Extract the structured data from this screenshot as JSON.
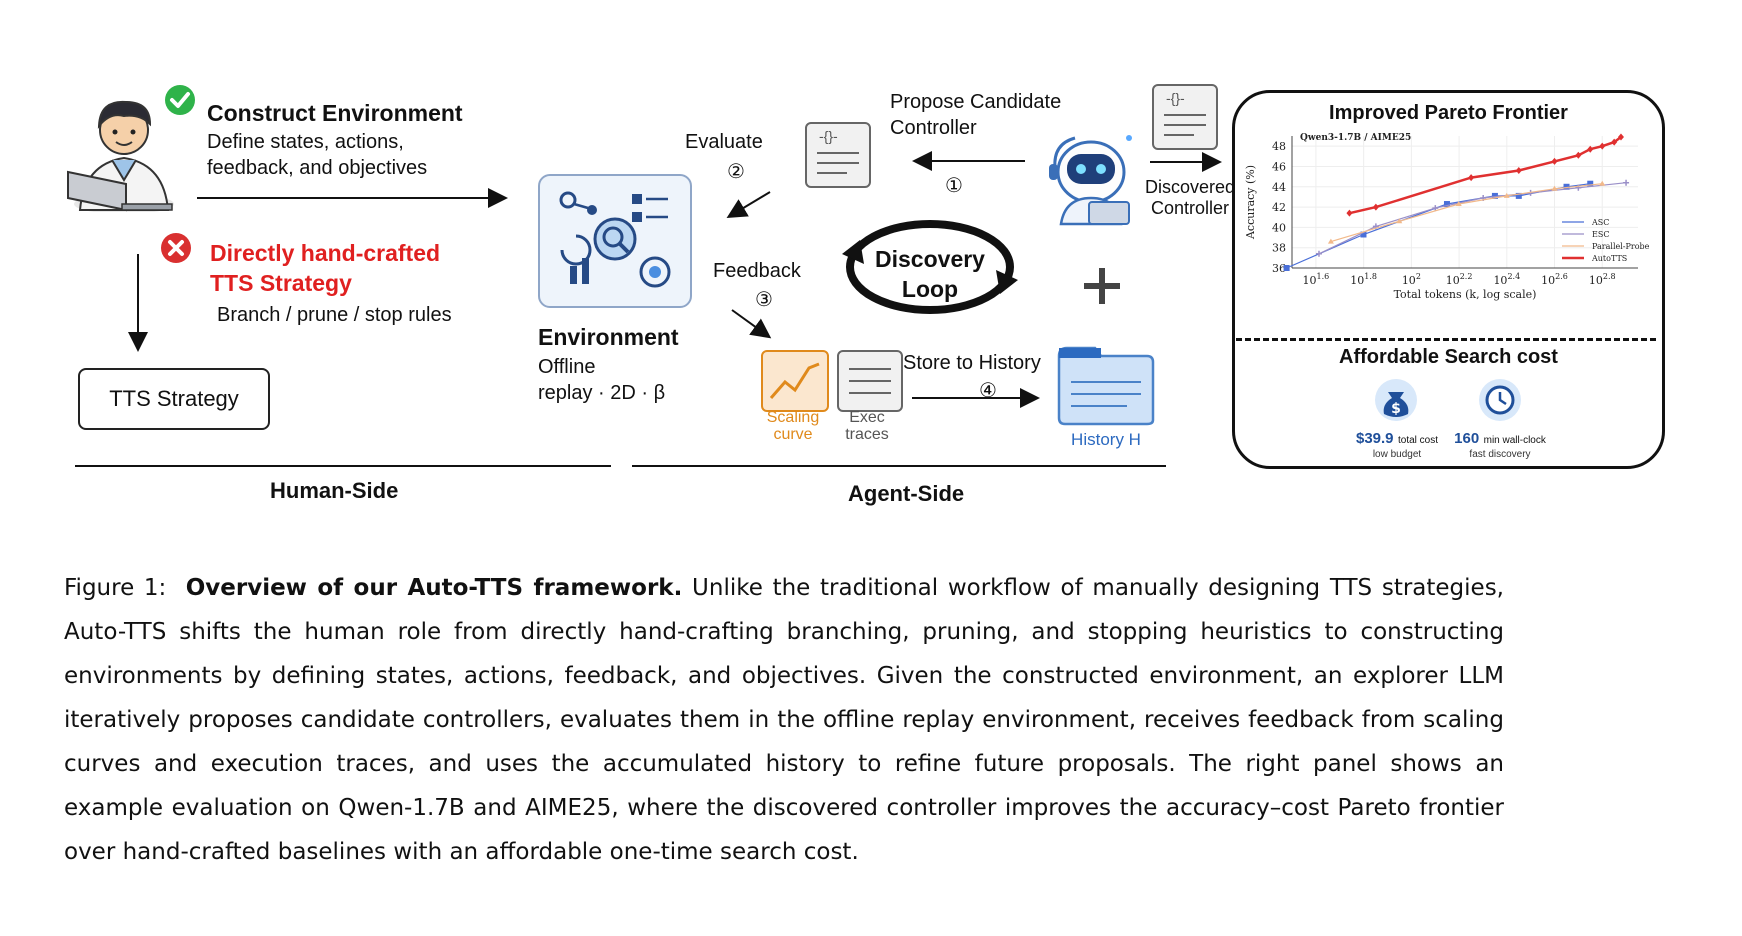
{
  "figure": {
    "human_side": {
      "construct_title": "Construct Environment",
      "construct_desc_1": "Define states, actions,",
      "construct_desc_2": "feedback, and objectives",
      "crafted_title_1": "Directly hand-crafted",
      "crafted_title_2": "TTS Strategy",
      "crafted_desc": "Branch / prune / stop rules",
      "tts_box": "TTS Strategy",
      "side_label": "Human-Side"
    },
    "agent_side": {
      "evaluate": "Evaluate",
      "evaluate_num": "②",
      "feedback": "Feedback",
      "feedback_num": "③",
      "propose_1": "Propose Candidate",
      "propose_2": "Controller",
      "propose_num": "①",
      "discovered_1": "Discovered",
      "discovered_2": "Controller",
      "loop_1": "Discovery",
      "loop_2": "Loop",
      "env_title": "Environment",
      "env_desc_1": "Offline",
      "env_desc_2": "replay · 2D · β",
      "scaling_1": "Scaling",
      "scaling_2": "curve",
      "exec_1": "Exec",
      "exec_2": "traces",
      "store": "Store to History",
      "store_num": "④",
      "history": "History H",
      "side_label": "Agent-Side",
      "code_glyph": "-{}-"
    },
    "panel": {
      "title": "Improved Pareto Frontier",
      "cost_title": "Affordable Search cost",
      "cost_value": "$39.9",
      "cost_unit": "total cost",
      "cost_sub": "low budget",
      "time_value": "160",
      "time_unit": "min wall-clock",
      "time_sub": "fast discovery"
    }
  },
  "chart_data": {
    "type": "line",
    "title": "Qwen3-1.7B / AIME25",
    "xlabel": "Total tokens (k, log scale)",
    "ylabel": "Accuracy (%)",
    "x_scale": "log",
    "x_ticks": [
      39.8,
      63.1,
      100,
      158.5,
      251.2,
      398.1,
      631
    ],
    "x_tick_labels": [
      {
        "base": "10",
        "exp": "1.6"
      },
      {
        "base": "10",
        "exp": "1.8"
      },
      {
        "base": "10",
        "exp": "2"
      },
      {
        "base": "10",
        "exp": "2.2"
      },
      {
        "base": "10",
        "exp": "2.4"
      },
      {
        "base": "10",
        "exp": "2.6"
      },
      {
        "base": "10",
        "exp": "2.8"
      }
    ],
    "xlim": [
      31.6,
      891
    ],
    "y_ticks": [
      36,
      38,
      40,
      42,
      44,
      46,
      48
    ],
    "ylim": [
      36,
      49
    ],
    "grid": true,
    "legend_position": "lower-right",
    "series": [
      {
        "name": "ASC",
        "color": "#4a6fd8",
        "marker": "square",
        "x": [
          30,
          63,
          141,
          224,
          282,
          447,
          562
        ],
        "y": [
          36.0,
          39.3,
          42.3,
          43.1,
          43.1,
          44.0,
          44.3
        ]
      },
      {
        "name": "ESC",
        "color": "#9a8fc8",
        "marker": "plus",
        "x": [
          41,
          71,
          126,
          200,
          316,
          501,
          794
        ],
        "y": [
          37.4,
          40.1,
          41.9,
          42.9,
          43.4,
          43.9,
          44.4
        ]
      },
      {
        "name": "Parallel-Probe",
        "color": "#f2b98a",
        "marker": "triangle",
        "x": [
          46,
          89,
          158,
          251,
          398,
          631
        ],
        "y": [
          38.6,
          40.6,
          42.3,
          43.1,
          43.8,
          44.3
        ]
      },
      {
        "name": "AutoTTS",
        "color": "#e03030",
        "marker": "diamond",
        "x": [
          55,
          71,
          178,
          282,
          398,
          501,
          562,
          631,
          708,
          756
        ],
        "y": [
          41.4,
          42.0,
          44.9,
          45.6,
          46.5,
          47.1,
          47.7,
          48.0,
          48.4,
          48.9
        ]
      }
    ]
  },
  "caption": {
    "label": "Figure 1:",
    "title": "Overview of our Auto-TTS framework.",
    "body": "Unlike the traditional workflow of manually designing TTS strategies, Auto-TTS shifts the human role from directly hand-crafting branching, pruning, and stopping heuristics to constructing environments by defining states, actions, feedback, and objectives. Given the constructed environment, an explorer LLM iteratively proposes candidate controllers, evaluates them in the offline replay environment, receives feedback from scaling curves and execution traces, and uses the accumulated history to refine future proposals. The right panel shows an example evaluation on Qwen-1.7B and AIME25, where the discovered controller improves the accuracy–cost Pareto frontier over hand-crafted baselines with an affordable one-time search cost."
  }
}
